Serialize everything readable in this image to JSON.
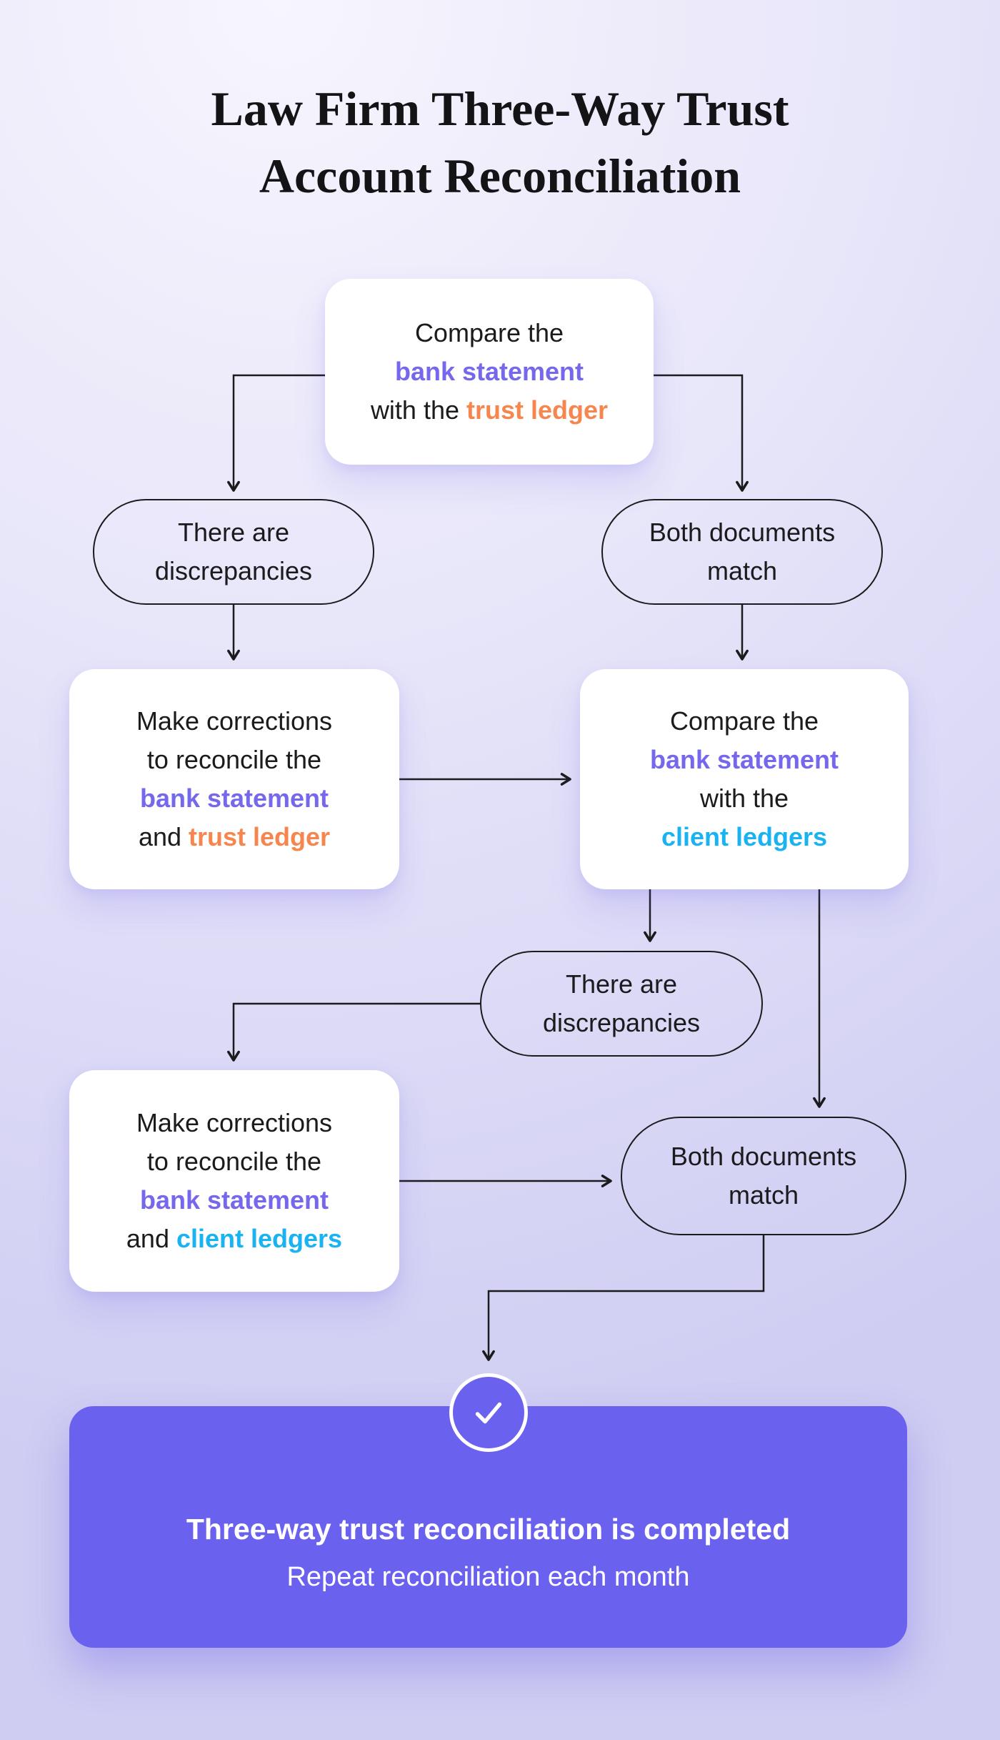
{
  "title": {
    "lines": [
      "Law Firm Three-Way Trust",
      "Account Reconciliation"
    ]
  },
  "colors": {
    "ink": "#1b1b1d",
    "purple": "#7568ec",
    "orange": "#f6864d",
    "cyan": "#1ab3f1",
    "final_bg": "#6b61ef",
    "bg_light": "#f7f5fd",
    "bg_mid": "#e7e5f9",
    "bg_deep": "#cfcdf2"
  },
  "icons": {
    "completed": "check-icon"
  },
  "nodes": {
    "compare_bank_trust": {
      "lines": [
        [
          {
            "t": "Compare the"
          }
        ],
        [
          {
            "t": "bank statement",
            "c": "purple",
            "b": true
          }
        ],
        [
          {
            "t": "with the "
          },
          {
            "t": "trust ledger",
            "c": "orange",
            "b": true
          }
        ]
      ]
    },
    "discrepancies_1": {
      "lines": [
        [
          {
            "t": "There are"
          }
        ],
        [
          {
            "t": "discrepancies"
          }
        ]
      ]
    },
    "match_1": {
      "lines": [
        [
          {
            "t": "Both documents"
          }
        ],
        [
          {
            "t": "match"
          }
        ]
      ]
    },
    "corrections_trust": {
      "lines": [
        [
          {
            "t": "Make corrections"
          }
        ],
        [
          {
            "t": "to reconcile the"
          }
        ],
        [
          {
            "t": "bank statement",
            "c": "purple",
            "b": true
          }
        ],
        [
          {
            "t": "and "
          },
          {
            "t": "trust ledger",
            "c": "orange",
            "b": true
          }
        ]
      ]
    },
    "compare_bank_client": {
      "lines": [
        [
          {
            "t": "Compare the"
          }
        ],
        [
          {
            "t": "bank statement",
            "c": "purple",
            "b": true
          }
        ],
        [
          {
            "t": "with the"
          }
        ],
        [
          {
            "t": "client ledgers",
            "c": "cyan",
            "b": true
          }
        ]
      ]
    },
    "discrepancies_2": {
      "lines": [
        [
          {
            "t": "There are"
          }
        ],
        [
          {
            "t": "discrepancies"
          }
        ]
      ]
    },
    "corrections_client": {
      "lines": [
        [
          {
            "t": "Make corrections"
          }
        ],
        [
          {
            "t": "to reconcile the"
          }
        ],
        [
          {
            "t": "bank statement",
            "c": "purple",
            "b": true
          }
        ],
        [
          {
            "t": "and "
          },
          {
            "t": "client ledgers",
            "c": "cyan",
            "b": true
          }
        ]
      ]
    },
    "match_2": {
      "lines": [
        [
          {
            "t": "Both documents"
          }
        ],
        [
          {
            "t": "match"
          }
        ]
      ]
    },
    "final": {
      "heading": "Three-way trust reconciliation is completed",
      "subheading": "Repeat reconciliation each month"
    }
  }
}
